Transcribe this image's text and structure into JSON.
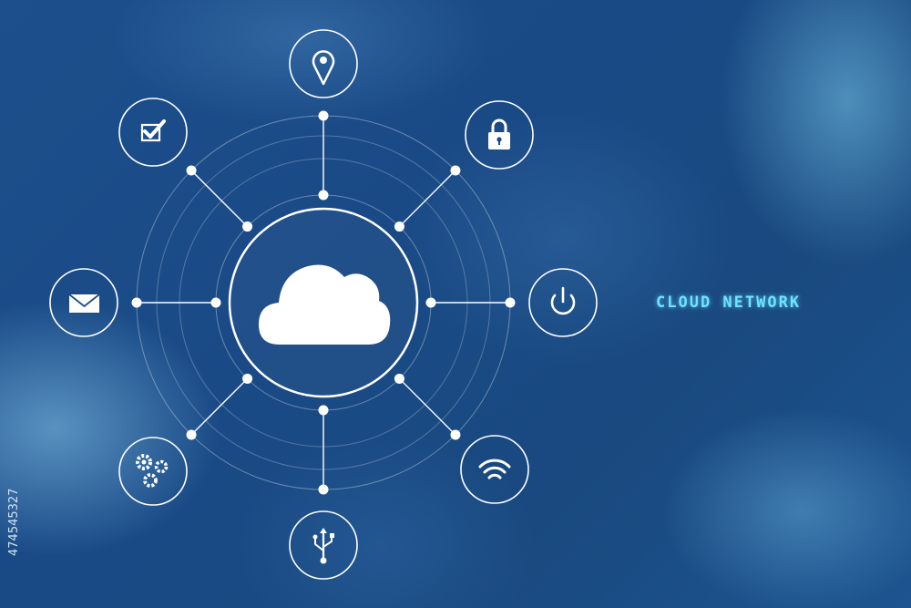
{
  "title": "CLOUD NETWORK",
  "stock_id": "474545327",
  "hub": {
    "icon": "cloud-icon"
  },
  "nodes": [
    {
      "name": "location-pin-icon",
      "position": "top"
    },
    {
      "name": "lock-icon",
      "position": "top-right"
    },
    {
      "name": "power-icon",
      "position": "right"
    },
    {
      "name": "wifi-icon",
      "position": "bottom-right"
    },
    {
      "name": "usb-icon",
      "position": "bottom"
    },
    {
      "name": "gears-icon",
      "position": "bottom-left"
    },
    {
      "name": "mail-icon",
      "position": "left"
    },
    {
      "name": "checkbox-icon",
      "position": "top-left"
    }
  ],
  "colors": {
    "background": "#1a4a86",
    "line": "#ffffff",
    "title": "#6fe3ff"
  }
}
